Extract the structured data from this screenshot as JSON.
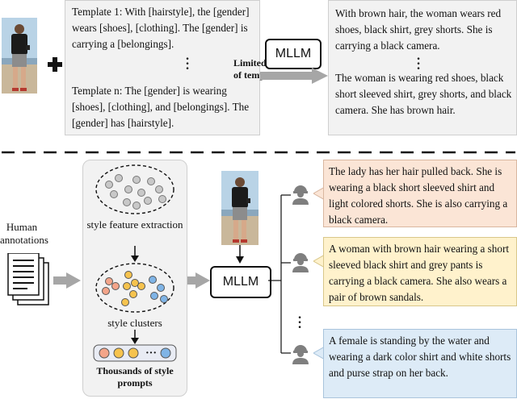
{
  "top": {
    "template1": "Template 1: With [hairstyle], the [gender] wears [shoes], [clothing]. The [gender] is carrying a [belongings].",
    "templateN": "Template n: The [gender] is wearing [shoes], [clothing], and [belongings]. The [gender] has [hairstyle].",
    "limited_label": "Limited number of templates",
    "mllm": "MLLM",
    "out1": "With brown hair, the woman wears red shoes, black shirt, grey shorts. She is carrying a black camera.",
    "out2": "The woman is wearing red shoes, black short sleeved shirt, grey shorts, and black camera. She has brown hair."
  },
  "bottom": {
    "human_annotations": "Human annotations",
    "style_feature_extraction": "style feature extraction",
    "style_clusters": "style clusters",
    "thousands": "Thousands of style prompts",
    "mllm": "MLLM",
    "out1": "The lady has her hair pulled back. She is wearing a black short sleeved shirt and light colored shorts. She is also carrying a black camera.",
    "out2": "A woman with brown hair wearing a short sleeved black shirt and grey pants is carrying a black camera. She also wears a pair of brown sandals.",
    "out3": "A female is standing by the water and wearing a dark color shirt and white shorts and purse strap on her back."
  },
  "colors": {
    "out1_bg": "#fbe5d6",
    "out2_bg": "#fff2cc",
    "out3_bg": "#ddebf7",
    "arrow_gray": "#a6a6a6",
    "person_icon": "#7f7f7f"
  }
}
